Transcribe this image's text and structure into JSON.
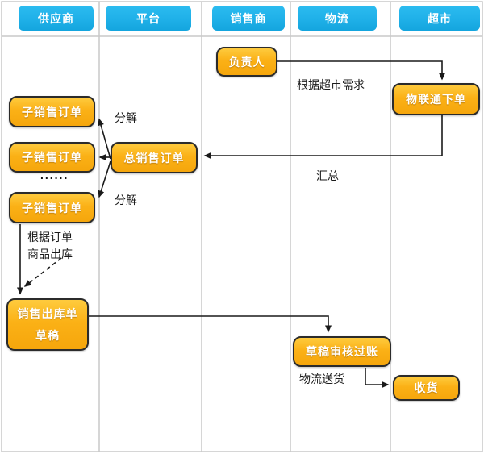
{
  "diagram": {
    "title": "sales-order-flow-swimlane",
    "lanes": [
      {
        "label": "供应商"
      },
      {
        "label": "平台"
      },
      {
        "label": "销售商"
      },
      {
        "label": "物流"
      },
      {
        "label": "超市"
      }
    ],
    "nodes": [
      {
        "id": "responsible-person",
        "label": "负责人"
      },
      {
        "id": "wlt-order",
        "label": "物联通下单"
      },
      {
        "id": "total-sales-order",
        "label": "总销售订单"
      },
      {
        "id": "sub-sales-order-1",
        "label": "子销售订单"
      },
      {
        "id": "sub-sales-order-2",
        "label": "子销售订单"
      },
      {
        "id": "sub-sales-order-3",
        "label": "子销售订单"
      },
      {
        "id": "sales-outbound-draft",
        "lines": [
          "销售出库单",
          "草稿"
        ]
      },
      {
        "id": "draft-audit-posting",
        "label": "草稿审核过账"
      },
      {
        "id": "receive-goods",
        "label": "收货"
      }
    ],
    "labels": {
      "demand": "根据超市需求",
      "decompose_top": "分解",
      "ellipsis": "......",
      "decompose_bottom": "分解",
      "summarize": "汇总",
      "per_order": "根据订单",
      "goods_outbound": "商品出库",
      "logistics_delivery": "物流送货"
    },
    "colors": {
      "lane_header": "#1FB0E8",
      "node_fill": "#FBB116",
      "node_border": "#2B2B2B",
      "grid_line": "#C9C9C9",
      "connector": "#1A1A1A",
      "node_text": "#FFFFFF"
    }
  }
}
